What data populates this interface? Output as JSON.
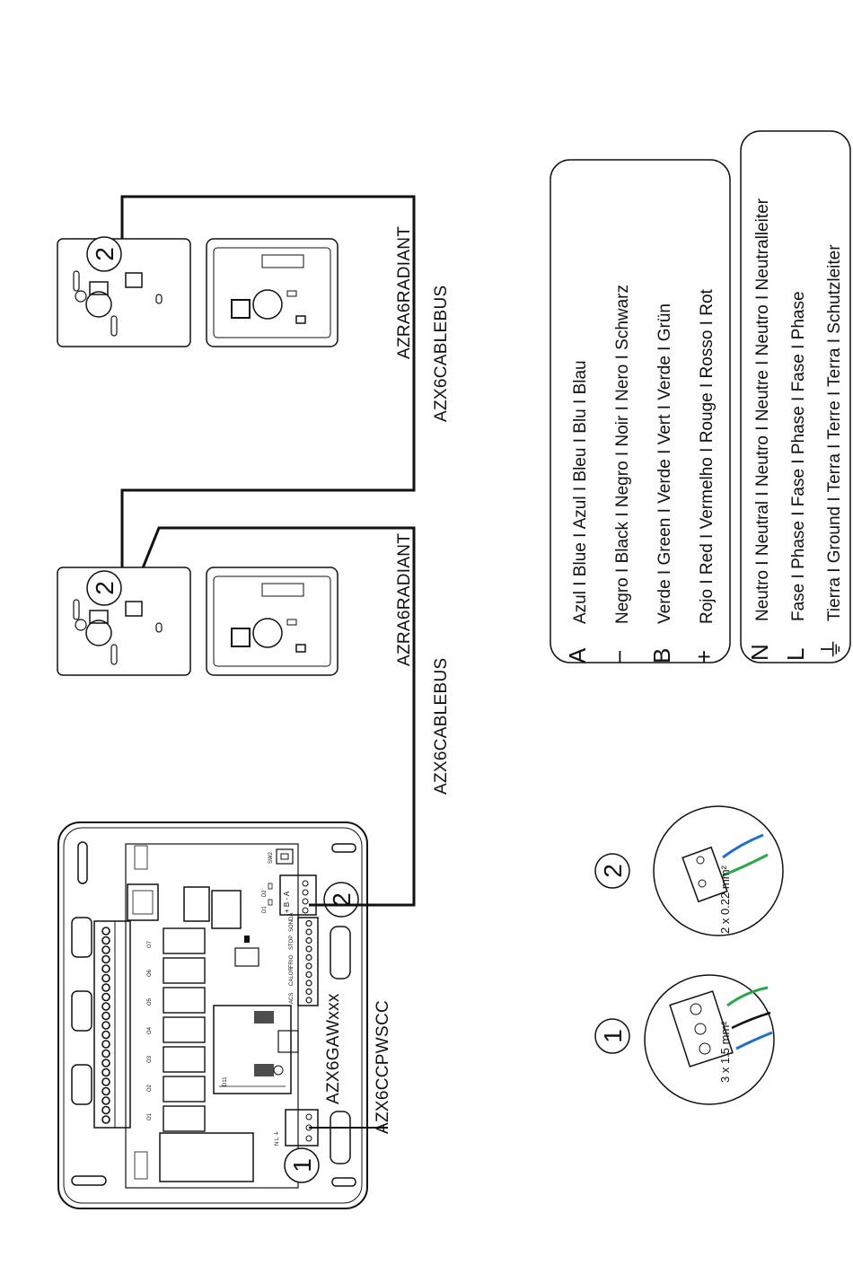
{
  "labels": {
    "main_controller": "AZX6CCPWSCC",
    "gateway_module": "AZX6GAWxxx",
    "thermostat_1": "AZRA6RADIANT",
    "thermostat_2": "AZRA6RADIANT",
    "bus_cable_1": "AZX6CABLEBUS",
    "bus_cable_2": "AZX6CABLEBUS",
    "callout_1": "1",
    "callout_2": "2",
    "cable_section_1": "3 x 1.5 mm²",
    "cable_section_2": "2 x 0.22 mm²"
  },
  "board": {
    "outputs": [
      "O1",
      "O2",
      "O3",
      "O4",
      "O5",
      "O6",
      "O7"
    ],
    "inputs": [
      "ACS",
      "CALOR",
      "FRIO",
      "STOP",
      "SONDA"
    ],
    "bus_terminals": "+ B - A",
    "power_terminals": "N L ⏚",
    "sw2": "SW2",
    "d1": "D1",
    "d2": "D2",
    "d11": "D11"
  },
  "legend_bus": [
    {
      "symbol": "A",
      "text": "Azul I Blue I Azul I Bleu I Blu I Blau"
    },
    {
      "symbol": "−",
      "text": "Negro I Black I Negro I Noir I Nero I Schwarz"
    },
    {
      "symbol": "B",
      "text": "Verde I Green I Verde I Vert I Verde I Grün"
    },
    {
      "symbol": "+",
      "text": "Rojo I Red I Vermelho I Rouge I Rosso I Rot"
    }
  ],
  "legend_power": [
    {
      "symbol": "N",
      "text": "Neutro I Neutral I Neutro I Neutre I Neutro I Neutralleiter"
    },
    {
      "symbol": "L",
      "text": "Fase I Phase I Fase I Phase I Fase I Phase"
    },
    {
      "symbol": "⏚",
      "text": "Tierra I Ground I Terra I Terre I Terra I Schutzleiter"
    }
  ],
  "colors": {
    "blue_wire": "#1f6fd1",
    "green_wire": "#2aa84a",
    "line": "#111111"
  }
}
